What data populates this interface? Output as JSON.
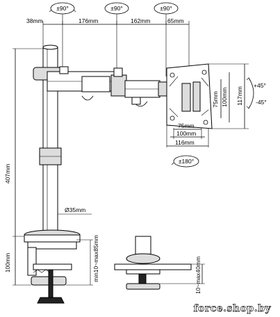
{
  "rotations": {
    "top_left": "±90°",
    "top_middle": "±90°",
    "top_right": "±90°",
    "bottom": "±180°",
    "tilt_up": "+45°",
    "tilt_down": "-45°"
  },
  "dimensions": {
    "d38": "38mm",
    "d176": "176mm",
    "d162": "162mm",
    "d65": "65mm",
    "h407": "407mm",
    "h100": "100mm",
    "v75": "75mm",
    "v100": "100mm",
    "v117": "117mm",
    "w75": "75mm",
    "w100": "100mm",
    "w116": "116mm",
    "pole": "Ø35mm",
    "clamp": "min10~max85mm",
    "grommet": "10~max40mm"
  },
  "watermark": "force.shop.by"
}
